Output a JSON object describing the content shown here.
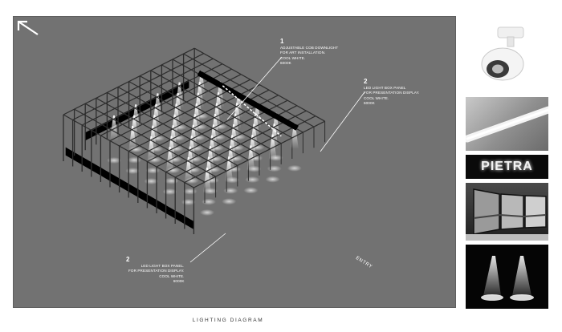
{
  "annotations": [
    {
      "number": "1",
      "lines": [
        "ADJUSTABLE COB DOWNLIGHT",
        "FOR ART INSTALLATION.",
        "COOL WHITE.",
        "6000K"
      ]
    },
    {
      "number": "2",
      "lines": [
        "LED LIGHT BOX PANEL",
        "FOR PRESENTATION DISPLAY.",
        "COOL WHITE.",
        "6000K"
      ]
    },
    {
      "number": "2",
      "lines": [
        "LED LIGHT BOX PANEL.",
        "FOR PRESENTATION DISPLAY.",
        "COOL WHITE.",
        "6000K"
      ]
    }
  ],
  "entry_label": "ENTRY",
  "caption": "LIGHTING DIAGRAM",
  "sign_text": "PIETRA",
  "colors": {
    "panel_bg": "#727272",
    "grid_line": "#2d2d2d",
    "light": "#ffffff",
    "black_band": "#000000"
  }
}
